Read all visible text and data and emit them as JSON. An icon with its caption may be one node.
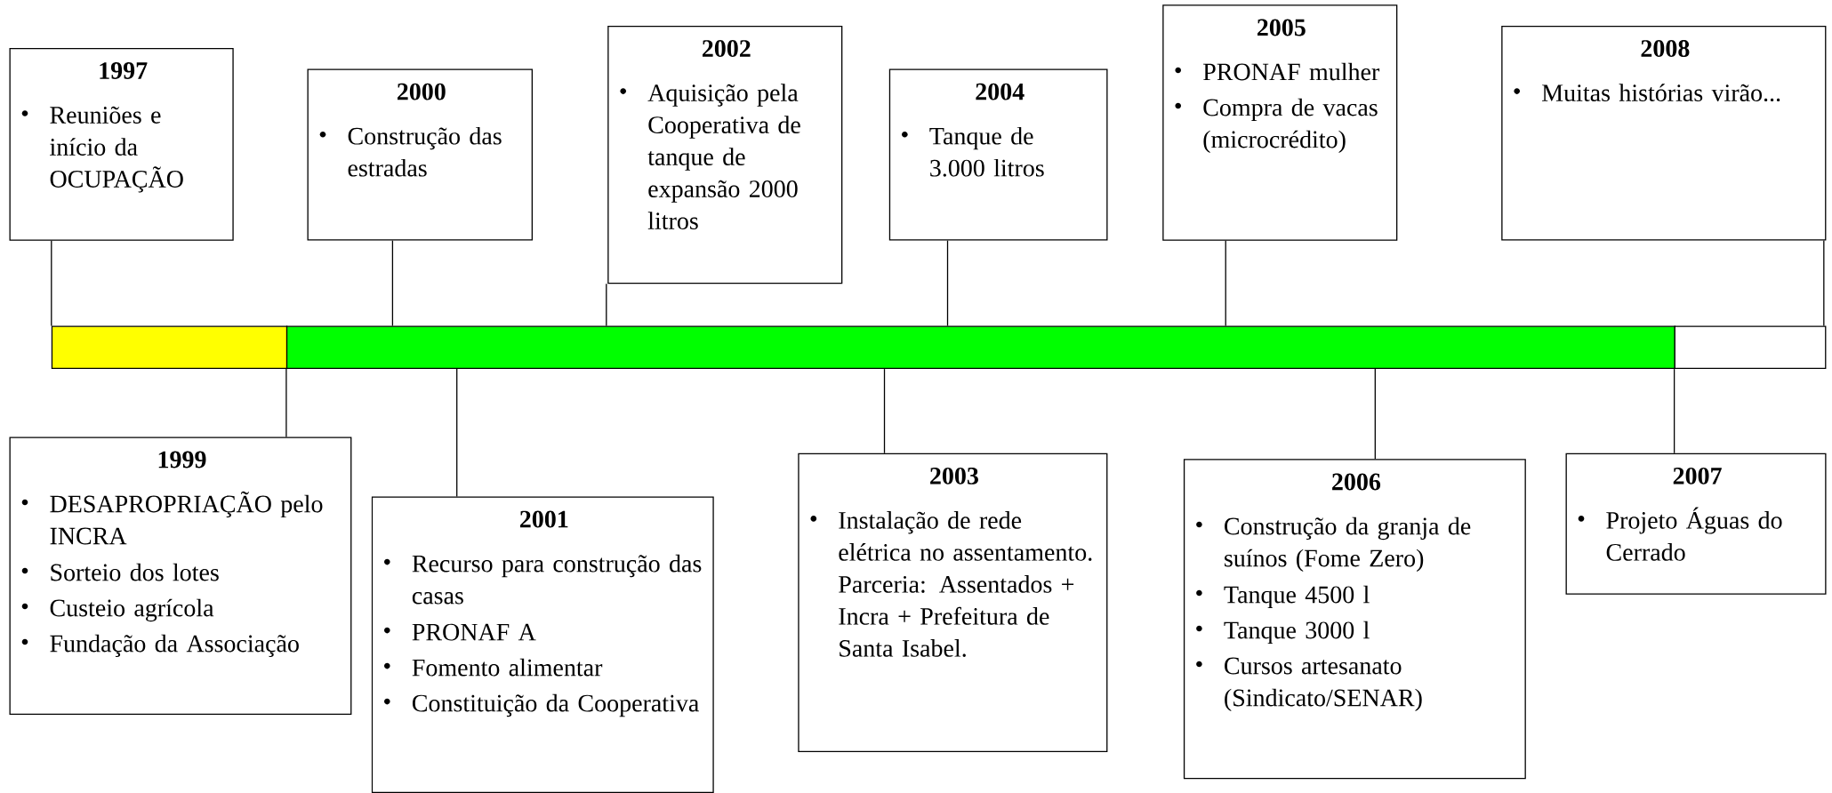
{
  "diagram": {
    "nodes": [
      {
        "text": [
          "1997",
          "Reuniões e início da OCUPAÇÃO"
        ]
      },
      {
        "text": [
          "2000",
          "Construção das estradas"
        ]
      },
      {
        "text": [
          "2002",
          "Aquisição pela Cooperativa de tanque de expansão 2000 litros"
        ]
      },
      {
        "text": [
          "2004",
          "Tanque de 3.000 litros"
        ]
      },
      {
        "text": [
          "2005",
          "PRONAF mulher",
          "Compra de vacas (microcrédito)"
        ]
      },
      {
        "text": [
          "2008",
          "Muitas histórias virão..."
        ]
      },
      {
        "text": [],
        "shape": "bar"
      },
      {
        "text": [],
        "shape": "bar"
      },
      {
        "text": [],
        "shape": "bar"
      },
      {
        "text": [
          "1999",
          "DESAPROPRIAÇÃO pelo INCRA",
          "Sorteio dos lotes",
          "Custeio agrícola",
          "Fundação da Associação"
        ]
      },
      {
        "text": [
          "2001",
          "Recurso para construção das casas",
          "PRONAF A",
          "Fomento alimentar",
          "Constituição da Cooperativa"
        ]
      },
      {
        "text": [
          "2003",
          "Instalação de rede elétrica no assentamento. Parceria: Assentados + Incra + Prefeitura de Santa Isabel."
        ]
      },
      {
        "text": [
          "2006",
          "Construção da granja de suínos (Fome Zero)",
          "Tanque 4500 l",
          "Tanque 3000 l",
          "Cursos artesanato (Sindicato/SENAR)"
        ]
      },
      {
        "text": [
          "2007",
          "Projeto Águas do Cerrado"
        ]
      }
    ],
    "edges": [
      {
        "from": 0,
        "to": 6,
        "arrow": "none"
      },
      {
        "from": 1,
        "to": 7,
        "arrow": "none"
      },
      {
        "from": 2,
        "to": 7,
        "arrow": "none"
      },
      {
        "from": 3,
        "to": 7,
        "arrow": "none"
      },
      {
        "from": 4,
        "to": 7,
        "arrow": "none"
      },
      {
        "from": 5,
        "to": 8,
        "arrow": "none"
      },
      {
        "from": 6,
        "to": 9,
        "arrow": "none"
      },
      {
        "from": 7,
        "to": 10,
        "arrow": "none"
      },
      {
        "from": 7,
        "to": 11,
        "arrow": "none"
      },
      {
        "from": 7,
        "to": 12,
        "arrow": "none"
      },
      {
        "from": 7,
        "to": 13,
        "arrow": "none"
      }
    ]
  }
}
